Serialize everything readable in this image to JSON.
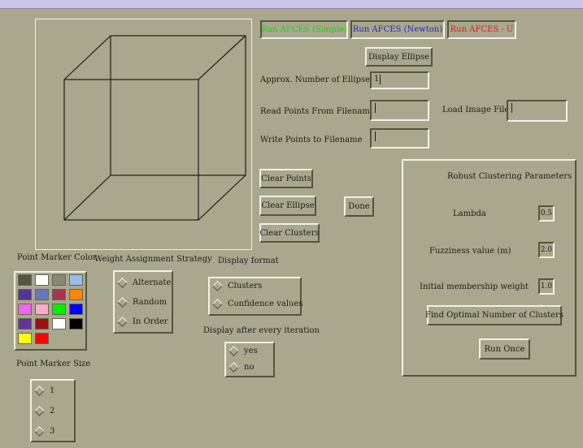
{
  "run_buttons": {
    "simple": {
      "label": "Run AFCES (Simple)",
      "color": "#19d219"
    },
    "newton": {
      "label": "Run AFCES (Newton)",
      "color": "#2424c8"
    },
    "u": {
      "label": "Run AFCES - U",
      "color": "#e01a1a"
    }
  },
  "controls": {
    "display_ellipse": "Display Ellipse",
    "approx_ellipses_label": "Approx. Number of Ellipses",
    "approx_ellipses_value": "1",
    "read_points_label": "Read Points From Filename",
    "read_points_value": "",
    "load_image_label": "Load Image File",
    "load_image_value": "",
    "write_points_label": "Write Points to Filename",
    "write_points_value": "",
    "clear_points": "Clear Points",
    "clear_ellipse": "Clear Ellipse",
    "clear_clusters": "Clear Clusters",
    "done": "Done"
  },
  "robust": {
    "title": "Robust Clustering Parameters",
    "lambda_label": "Lambda",
    "lambda_value": "0.5",
    "fuzziness_label": "Fuzziness value (m)",
    "fuzziness_value": "2.0",
    "initial_weight_label": "Initial membership weight",
    "initial_weight_value": "1.0",
    "find_optimal": "Find Optimal Number of Clusters",
    "run_once": "Run Once"
  },
  "marker_color": {
    "label": "Point Marker Color",
    "swatches": [
      "#555544",
      "#ffffff",
      "#888877",
      "#99bbee",
      "#553399",
      "#6677bb",
      "#aa3355",
      "#ff8800",
      "#ee66ee",
      "#ffaacc",
      "#00ee00",
      "#0000ff",
      "#663399",
      "#991111",
      "#ffffff",
      "#000000",
      "#ffff00",
      "#ff0000"
    ]
  },
  "weight_strategy": {
    "label": "Weight Assignment Strategy",
    "options": [
      "Alternate",
      "Random",
      "In Order"
    ]
  },
  "display_format": {
    "label": "Display format",
    "options": [
      "Clusters",
      "Confidence values"
    ]
  },
  "display_iteration": {
    "label": "Display after every iteration",
    "options": [
      "yes",
      "no"
    ]
  },
  "marker_size": {
    "label": "Point Marker Size",
    "options": [
      "1",
      "2",
      "3"
    ]
  }
}
